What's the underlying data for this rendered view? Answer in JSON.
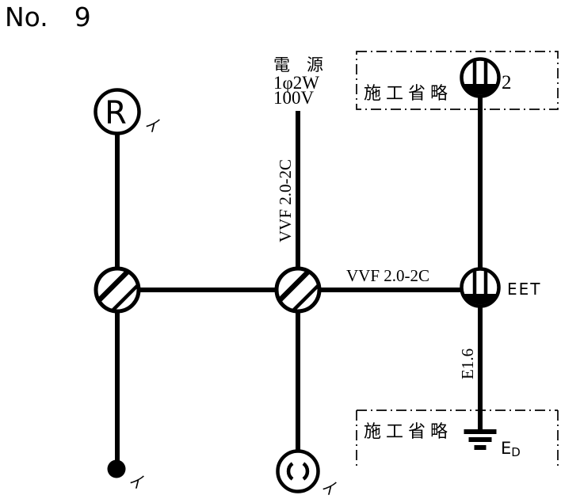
{
  "title": "No.　9",
  "colors": {
    "ink": "#000000",
    "background": "#ffffff"
  },
  "power_source": {
    "line1": "電　源",
    "line2": "1φ2W",
    "line3": "100V"
  },
  "cables": {
    "source_cable_label": "VVF 2.0-2C",
    "outlet_cable_label": "VVF 2.0-2C",
    "ground_wire_label": "E1.6"
  },
  "omitted_sections": {
    "top_label": "施工省略",
    "bottom_label": "施工省略"
  },
  "devices": {
    "lamp_receptacle": {
      "letter": "R",
      "circuit": "イ"
    },
    "switch": {
      "circuit": "イ"
    },
    "ceiling_rosette": {
      "circuit": "イ"
    },
    "double_outlet": {
      "quantity": "2"
    },
    "eet_outlet": {
      "label": "EET"
    },
    "earth_electrode": {
      "label": "E",
      "label_sub": "D"
    }
  }
}
